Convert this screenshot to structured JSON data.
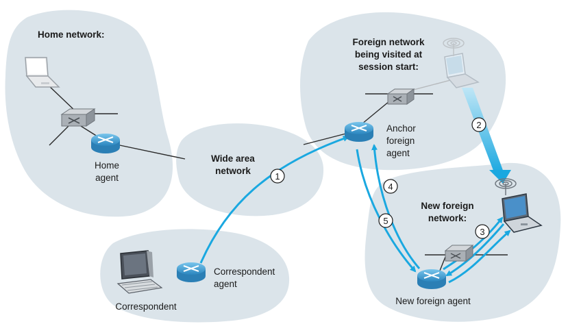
{
  "clouds": {
    "home": {
      "title": "Home network:"
    },
    "wan": {
      "line1": "Wide area",
      "line2": "network"
    },
    "foreign": {
      "line1": "Foreign network",
      "line2": "being visited at",
      "line3": "session start:"
    },
    "new_foreign": {
      "line1": "New foreign",
      "line2": "network:"
    }
  },
  "labels": {
    "home_agent": {
      "line1": "Home",
      "line2": "agent"
    },
    "anchor_agent": {
      "line1": "Anchor",
      "line2": "foreign",
      "line3": "agent"
    },
    "correspondent_agent": {
      "line1": "Correspondent",
      "line2": "agent"
    },
    "correspondent": "Correspondent",
    "new_foreign_agent": "New foreign agent"
  },
  "steps": [
    "1",
    "2",
    "3",
    "4",
    "5"
  ],
  "colors": {
    "cloud": "#dbe4ea",
    "arrow": "#1aa8e0",
    "router": "#3c9dd0",
    "switch": "#a8adb2"
  }
}
